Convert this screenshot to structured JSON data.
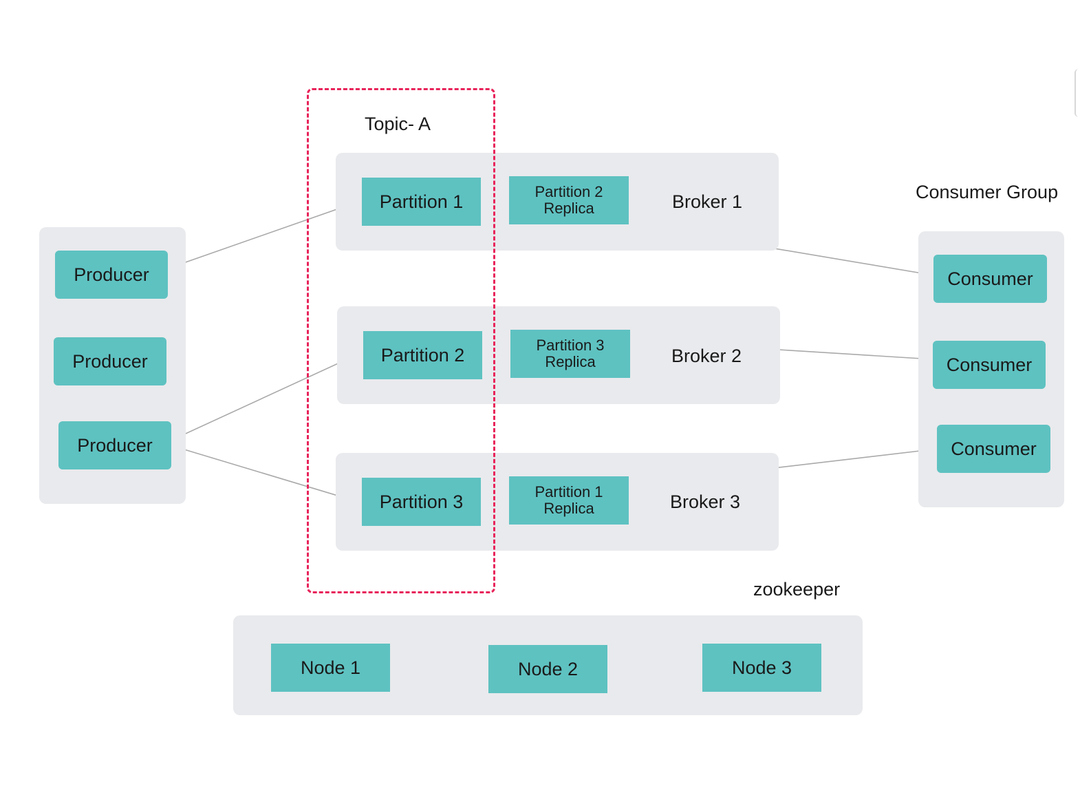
{
  "topic": {
    "label": "Topic- A",
    "frame_color": "#e8235a"
  },
  "producers": [
    "Producer",
    "Producer",
    "Producer"
  ],
  "brokers": [
    {
      "name": "Broker 1",
      "partition": "Partition 1",
      "replica_line1": "Partition 2",
      "replica_line2": "Replica"
    },
    {
      "name": "Broker 2",
      "partition": "Partition 2",
      "replica_line1": "Partition 3",
      "replica_line2": "Replica"
    },
    {
      "name": "Broker 3",
      "partition": "Partition 3",
      "replica_line1": "Partition 1",
      "replica_line2": "Replica"
    }
  ],
  "consumer_group": {
    "label": "Consumer Group",
    "consumers": [
      "Consumer",
      "Consumer",
      "Consumer"
    ]
  },
  "zookeeper": {
    "label": "zookeeper",
    "nodes": [
      "Node 1",
      "Node 2",
      "Node 3"
    ]
  },
  "colors": {
    "box": "#5ec2c1",
    "panel": "#e9eaed",
    "link": "#a9a9a9"
  }
}
